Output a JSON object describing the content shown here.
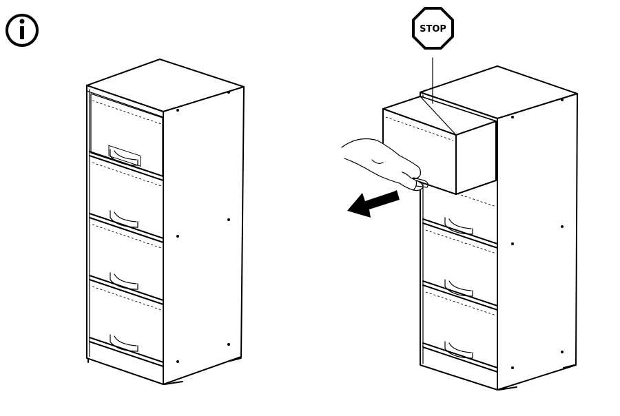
{
  "icons": {
    "info": "info-circle-icon",
    "stop": "stop-octagon-icon",
    "arrow": "pull-direction-arrow-icon"
  },
  "stop_sign": {
    "label": "STOP"
  },
  "colors": {
    "line": "#000000",
    "background": "#ffffff"
  },
  "panels": [
    {
      "name": "cabinet-closed",
      "drawer_count": 4,
      "drawers_open": 0
    },
    {
      "name": "cabinet-top-drawer-pulled",
      "drawer_count": 4,
      "drawers_open": 1
    }
  ]
}
